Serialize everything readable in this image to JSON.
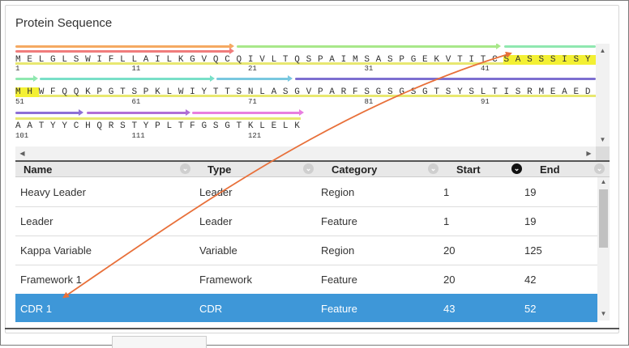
{
  "panel": {
    "title": "Protein Sequence"
  },
  "sequence": {
    "rows": [
      {
        "residues": [
          "M",
          "E",
          "L",
          "G",
          "L",
          "S",
          "W",
          "I",
          "F",
          "L",
          "L",
          "A",
          "I",
          "L",
          "K",
          "G",
          "V",
          "Q",
          "C",
          "Q",
          "I",
          "V",
          "L",
          "T",
          "Q",
          "S",
          "P",
          "A",
          "I",
          "M",
          "S",
          "A",
          "S",
          "P",
          "G",
          "E",
          "K",
          "V",
          "T",
          "I",
          "T",
          "C",
          "S",
          "A",
          "S",
          "S",
          "S",
          "I",
          "S",
          "Y"
        ],
        "highlight_from": 42,
        "numbers": [
          "1",
          "11",
          "21",
          "31",
          "41"
        ]
      },
      {
        "residues": [
          "M",
          "H",
          "W",
          "F",
          "Q",
          "Q",
          "K",
          "P",
          "G",
          "T",
          "S",
          "P",
          "K",
          "L",
          "W",
          "I",
          "Y",
          "T",
          "T",
          "S",
          "N",
          "L",
          "A",
          "S",
          "G",
          "V",
          "P",
          "A",
          "R",
          "F",
          "S",
          "G",
          "S",
          "G",
          "S",
          "G",
          "T",
          "S",
          "Y",
          "S",
          "L",
          "T",
          "I",
          "S",
          "R",
          "M",
          "E",
          "A",
          "E",
          "D"
        ],
        "highlight_to": 1,
        "numbers": [
          "51",
          "61",
          "71",
          "81",
          "91"
        ]
      },
      {
        "residues": [
          "A",
          "A",
          "T",
          "Y",
          "Y",
          "C",
          "H",
          "Q",
          "R",
          "S",
          "T",
          "Y",
          "P",
          "L",
          "T",
          "F",
          "G",
          "S",
          "G",
          "T",
          "K",
          "L",
          "E",
          "L",
          "K"
        ],
        "numbers": [
          "101",
          "111",
          "121"
        ]
      }
    ],
    "colors": {
      "orange": "#f5a962",
      "salmon": "#f07c7c",
      "lightgreen": "#a8e88a",
      "teal": "#79e0c8",
      "mint": "#8fe8b0",
      "purple": "#8d6fd6",
      "violet": "#b06fd6",
      "pink": "#e87ee0",
      "blue": "#7d8fe0",
      "yellow": "#e8e870",
      "highlight": "#f3f034",
      "arrow": "#e8703a",
      "selected": "#3e97d8"
    }
  },
  "table": {
    "columns": [
      "Name",
      "Type",
      "Category",
      "Start",
      "End"
    ],
    "rows": [
      {
        "name": "Heavy Leader",
        "type": "Leader",
        "category": "Region",
        "start": "1",
        "end": "19"
      },
      {
        "name": "Leader",
        "type": "Leader",
        "category": "Feature",
        "start": "1",
        "end": "19"
      },
      {
        "name": "Kappa Variable",
        "type": "Variable",
        "category": "Region",
        "start": "20",
        "end": "125"
      },
      {
        "name": "Framework 1",
        "type": "Framework",
        "category": "Feature",
        "start": "20",
        "end": "42"
      },
      {
        "name": "CDR 1",
        "type": "CDR",
        "category": "Feature",
        "start": "43",
        "end": "52"
      }
    ],
    "selected_index": 4
  },
  "icons": {
    "sort": "chevron-down-icon",
    "scroll_up": "arrow-up-icon",
    "scroll_down": "arrow-down-icon",
    "scroll_left": "arrow-left-icon",
    "scroll_right": "arrow-right-icon"
  }
}
